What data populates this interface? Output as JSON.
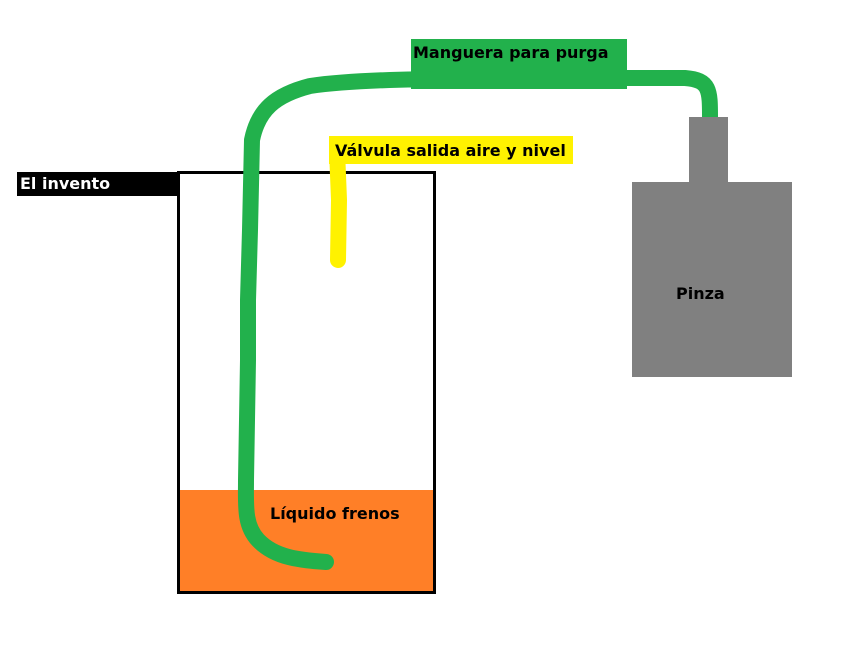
{
  "colors": {
    "hose": "#22b14c",
    "valve": "#fff200",
    "liquid": "#ff7f27",
    "caliper": "#808080",
    "container_border": "#000000",
    "invento_tab": "#000000",
    "invento_text": "#ffffff",
    "background": "#ffffff"
  },
  "labels": {
    "invento": "El invento",
    "manguera": "Manguera para purga",
    "valvula": "Válvula salida aire y nivel",
    "liquido": "Líquido frenos",
    "pinza": "Pinza"
  }
}
